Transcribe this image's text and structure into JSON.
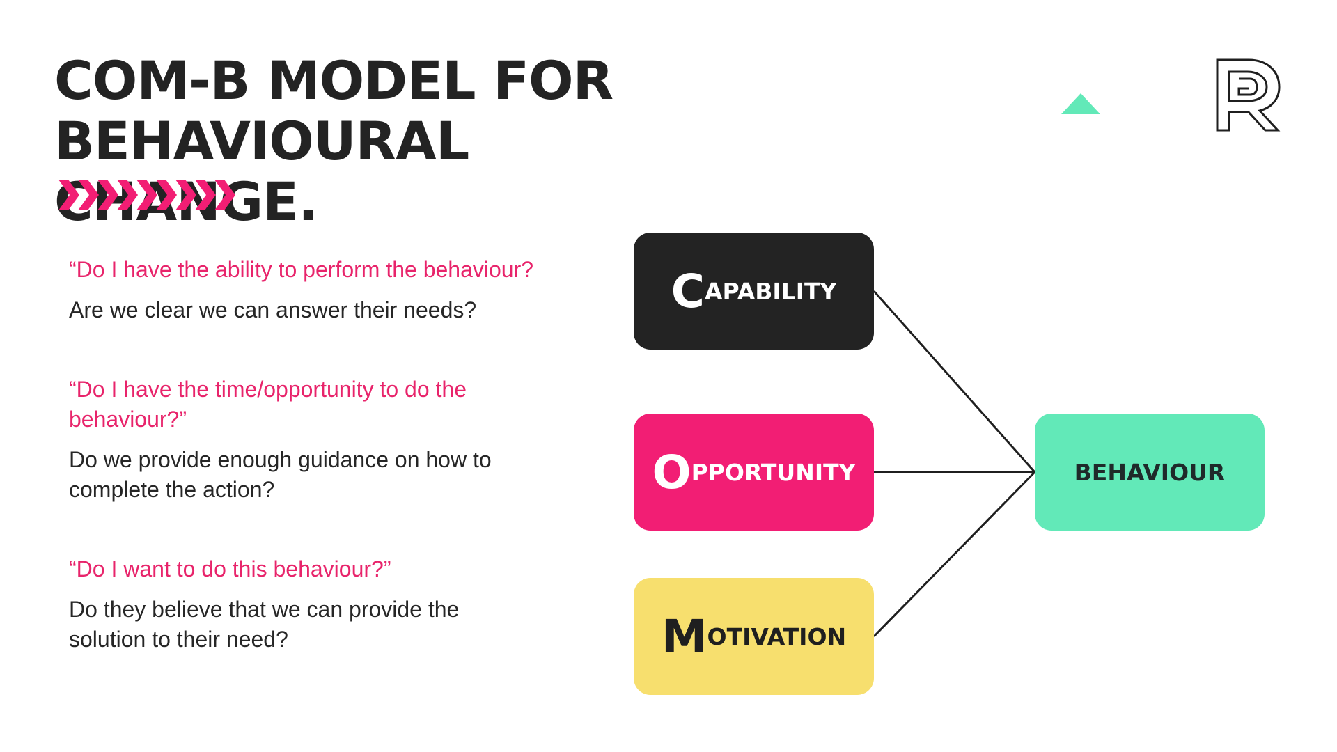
{
  "title": {
    "line1": "COM-B MODEL FOR BEHAVIOURAL",
    "line2": "CHANGE."
  },
  "colors": {
    "accent_pink": "#f21e74",
    "question_pink": "#e8246b",
    "dark": "#232323",
    "mint": "#62e9b8",
    "yellow": "#f7df6e"
  },
  "icons": {
    "chevrons": "chevron-right-icon",
    "triangle": "triangle-up-icon",
    "logo": "r-logo-icon"
  },
  "qa": [
    {
      "question": "“Do I have the ability to perform the behaviour?",
      "answer": "Are we clear we can answer their needs?"
    },
    {
      "question": "“Do I have the time/opportunity to do the behaviour?”",
      "answer": "Do we provide enough guidance on how to complete the action?"
    },
    {
      "question": "“Do I want to do this behaviour?”",
      "answer": "Do they believe that we can provide the solution to their need?"
    }
  ],
  "diagram": {
    "capability": {
      "initial": "C",
      "rest": "apability",
      "color": "#232323",
      "text_color": "#ffffff"
    },
    "opportunity": {
      "initial": "O",
      "rest": "pportunity",
      "color": "#f21e74",
      "text_color": "#ffffff"
    },
    "motivation": {
      "initial": "M",
      "rest": "otivation",
      "color": "#f7df6e",
      "text_color": "#1f1f1f"
    },
    "behaviour": {
      "label": "BEHAVIOUR",
      "color": "#62e9b8",
      "text_color": "#1f2a2a"
    }
  }
}
